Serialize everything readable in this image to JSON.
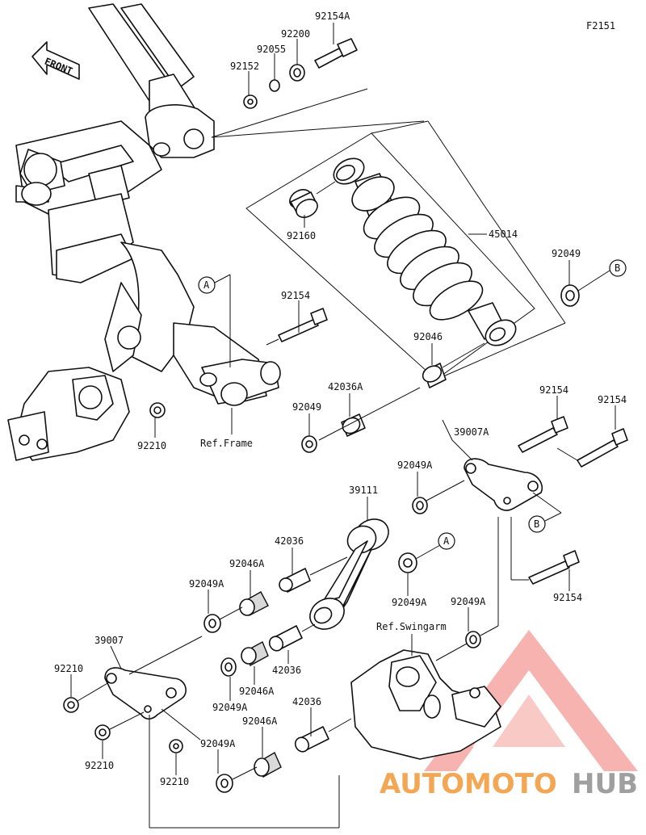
{
  "diagram": {
    "figure_code": "F2151",
    "front_label": "FRONT",
    "ref_frame": "Ref.Frame",
    "ref_swingarm": "Ref.Swingarm",
    "callout_a": "A",
    "callout_b": "B"
  },
  "part_numbers": {
    "p92154A": "92154A",
    "p92200": "92200",
    "p92055": "92055",
    "p92152": "92152",
    "p92160": "92160",
    "p45014": "45014",
    "p92049_top": "92049",
    "p92154_mid": "92154",
    "p92046_shock": "92046",
    "p42036A": "42036A",
    "p92049_mid": "92049",
    "p92210_left": "92210",
    "p92154_r1": "92154",
    "p92154_r2": "92154",
    "p39007A": "39007A",
    "p92049A_a": "92049A",
    "p39111": "39111",
    "p42036_a": "42036",
    "p92046A_a": "92046A",
    "p92049A_b": "92049A",
    "p92049A_c": "92049A",
    "p92049A_d": "92049A",
    "p92154_low": "92154",
    "p39007": "39007",
    "p92210_a": "92210",
    "p42036_b": "42036",
    "p92046A_b": "92046A",
    "p92049A_e": "92049A",
    "p42036_c": "42036",
    "p92046A_c": "92046A",
    "p92210_b": "92210",
    "p92210_c": "92210",
    "p92049A_f": "92049A"
  },
  "watermark": {
    "part1": "AUTOMOTO",
    "part2": "HUB",
    "color_primary": "#f08a1c",
    "color_secondary": "#7f7f7f",
    "color_triangle": "#e63b2e"
  }
}
